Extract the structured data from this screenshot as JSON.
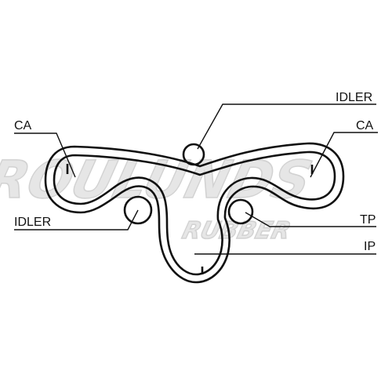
{
  "watermark": {
    "line1": "ROULUNDS",
    "line2": "RUBBER"
  },
  "labels": {
    "idler_top": "IDLER",
    "ca_left": "CA",
    "ca_right": "CA",
    "idler_left": "IDLER",
    "tp": "TP",
    "ip": "IP"
  },
  "colors": {
    "belt": "#111111",
    "watermark_fill": "#e6e6e6",
    "watermark_stroke": "#d2d2d2"
  }
}
